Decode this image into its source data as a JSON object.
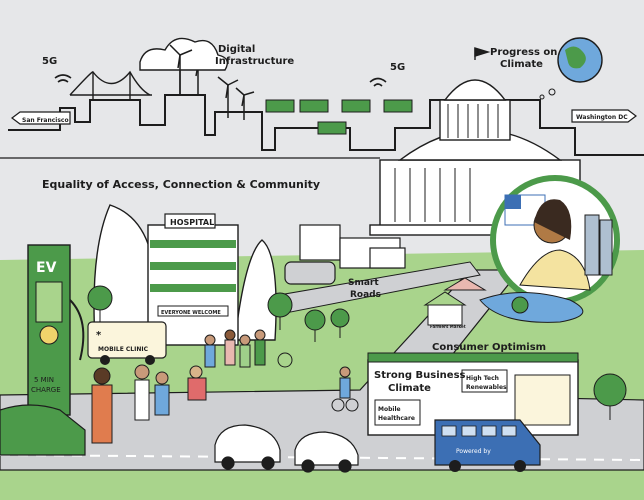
{
  "labels": {
    "digital": "Digital",
    "infrastructure": "Infrastructure",
    "g5": "5G",
    "progress1": "Progress on",
    "progress2": "Climate",
    "san_francisco": "San Francisco",
    "washington": "Washington DC",
    "equality": "Equality of Access, Connection & Community",
    "hospital": "HOSPITAL",
    "ev": "EV",
    "min_charge1": "5 MIN",
    "min_charge2": "CHARGE",
    "mobile_clinic": "MOBILE CLINIC",
    "everyone_welcome": "EVERYONE WELCOME",
    "smart1": "Smart",
    "smart2": "Roads",
    "consumer_optimism": "Consumer Optimism",
    "strong1": "Strong Business",
    "strong2": "Climate",
    "hightech1": "High Tech",
    "hightech2": "Renewables",
    "mobile_hc1": "Mobile",
    "mobile_hc2": "Healthcare",
    "powered_by": "Powered by",
    "farmers_market": "Farmers Market"
  },
  "colors": {
    "background": "#e6e7e9",
    "green": "#4c9a4a",
    "light_green": "#a9d48c",
    "road": "#cfd0d3",
    "blue": "#3c6fb4",
    "sky_blue": "#6fa8dc",
    "dark": "#1d1d1d"
  }
}
